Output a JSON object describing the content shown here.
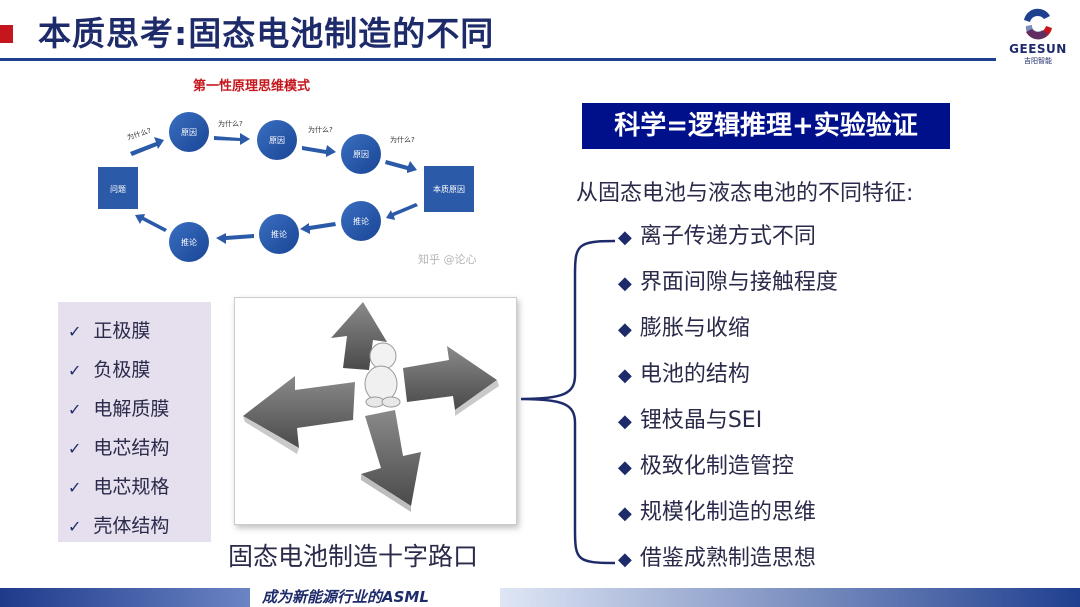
{
  "header": {
    "title": "本质思考:固态电池制造的不同",
    "logo_text": "GEESUN",
    "logo_sub": "吉阳智能"
  },
  "diagram": {
    "title": "第一性原理思维模式",
    "problem": "问题",
    "cause_labels": [
      "原因",
      "原因",
      "原因"
    ],
    "essential_cause": "本质原因",
    "deduction_labels": [
      "推论",
      "推论",
      "推论"
    ],
    "why_labels": [
      "为什么?",
      "为什么?",
      "为什么?",
      "为什么?"
    ],
    "watermark": "知乎 @论心"
  },
  "science": {
    "label": "科学=逻辑推理+实验验证"
  },
  "features": {
    "heading": "从固态电池与液态电池的不同特征:",
    "items": [
      "离子传递方式不同",
      "界面间隙与接触程度",
      "膨胀与收缩",
      "电池的结构",
      "锂枝晶与SEI",
      "极致化制造管控",
      "规模化制造的思维",
      "借鉴成熟制造思想"
    ]
  },
  "checklist": {
    "items": [
      "正极膜",
      "负极膜",
      "电解质膜",
      "电芯结构",
      "电芯规格",
      "壳体结构"
    ]
  },
  "crossroad": {
    "caption": "固态电池制造十字路口"
  },
  "footer": {
    "slogan": "成为新能源行业的ASML"
  },
  "colors": {
    "title": "#1e2b6b",
    "accent_red": "#c4161c",
    "science_box": "#000f8a",
    "diagram_circle": "#1e4fa0",
    "checklist_bg": "#e6dfed"
  }
}
